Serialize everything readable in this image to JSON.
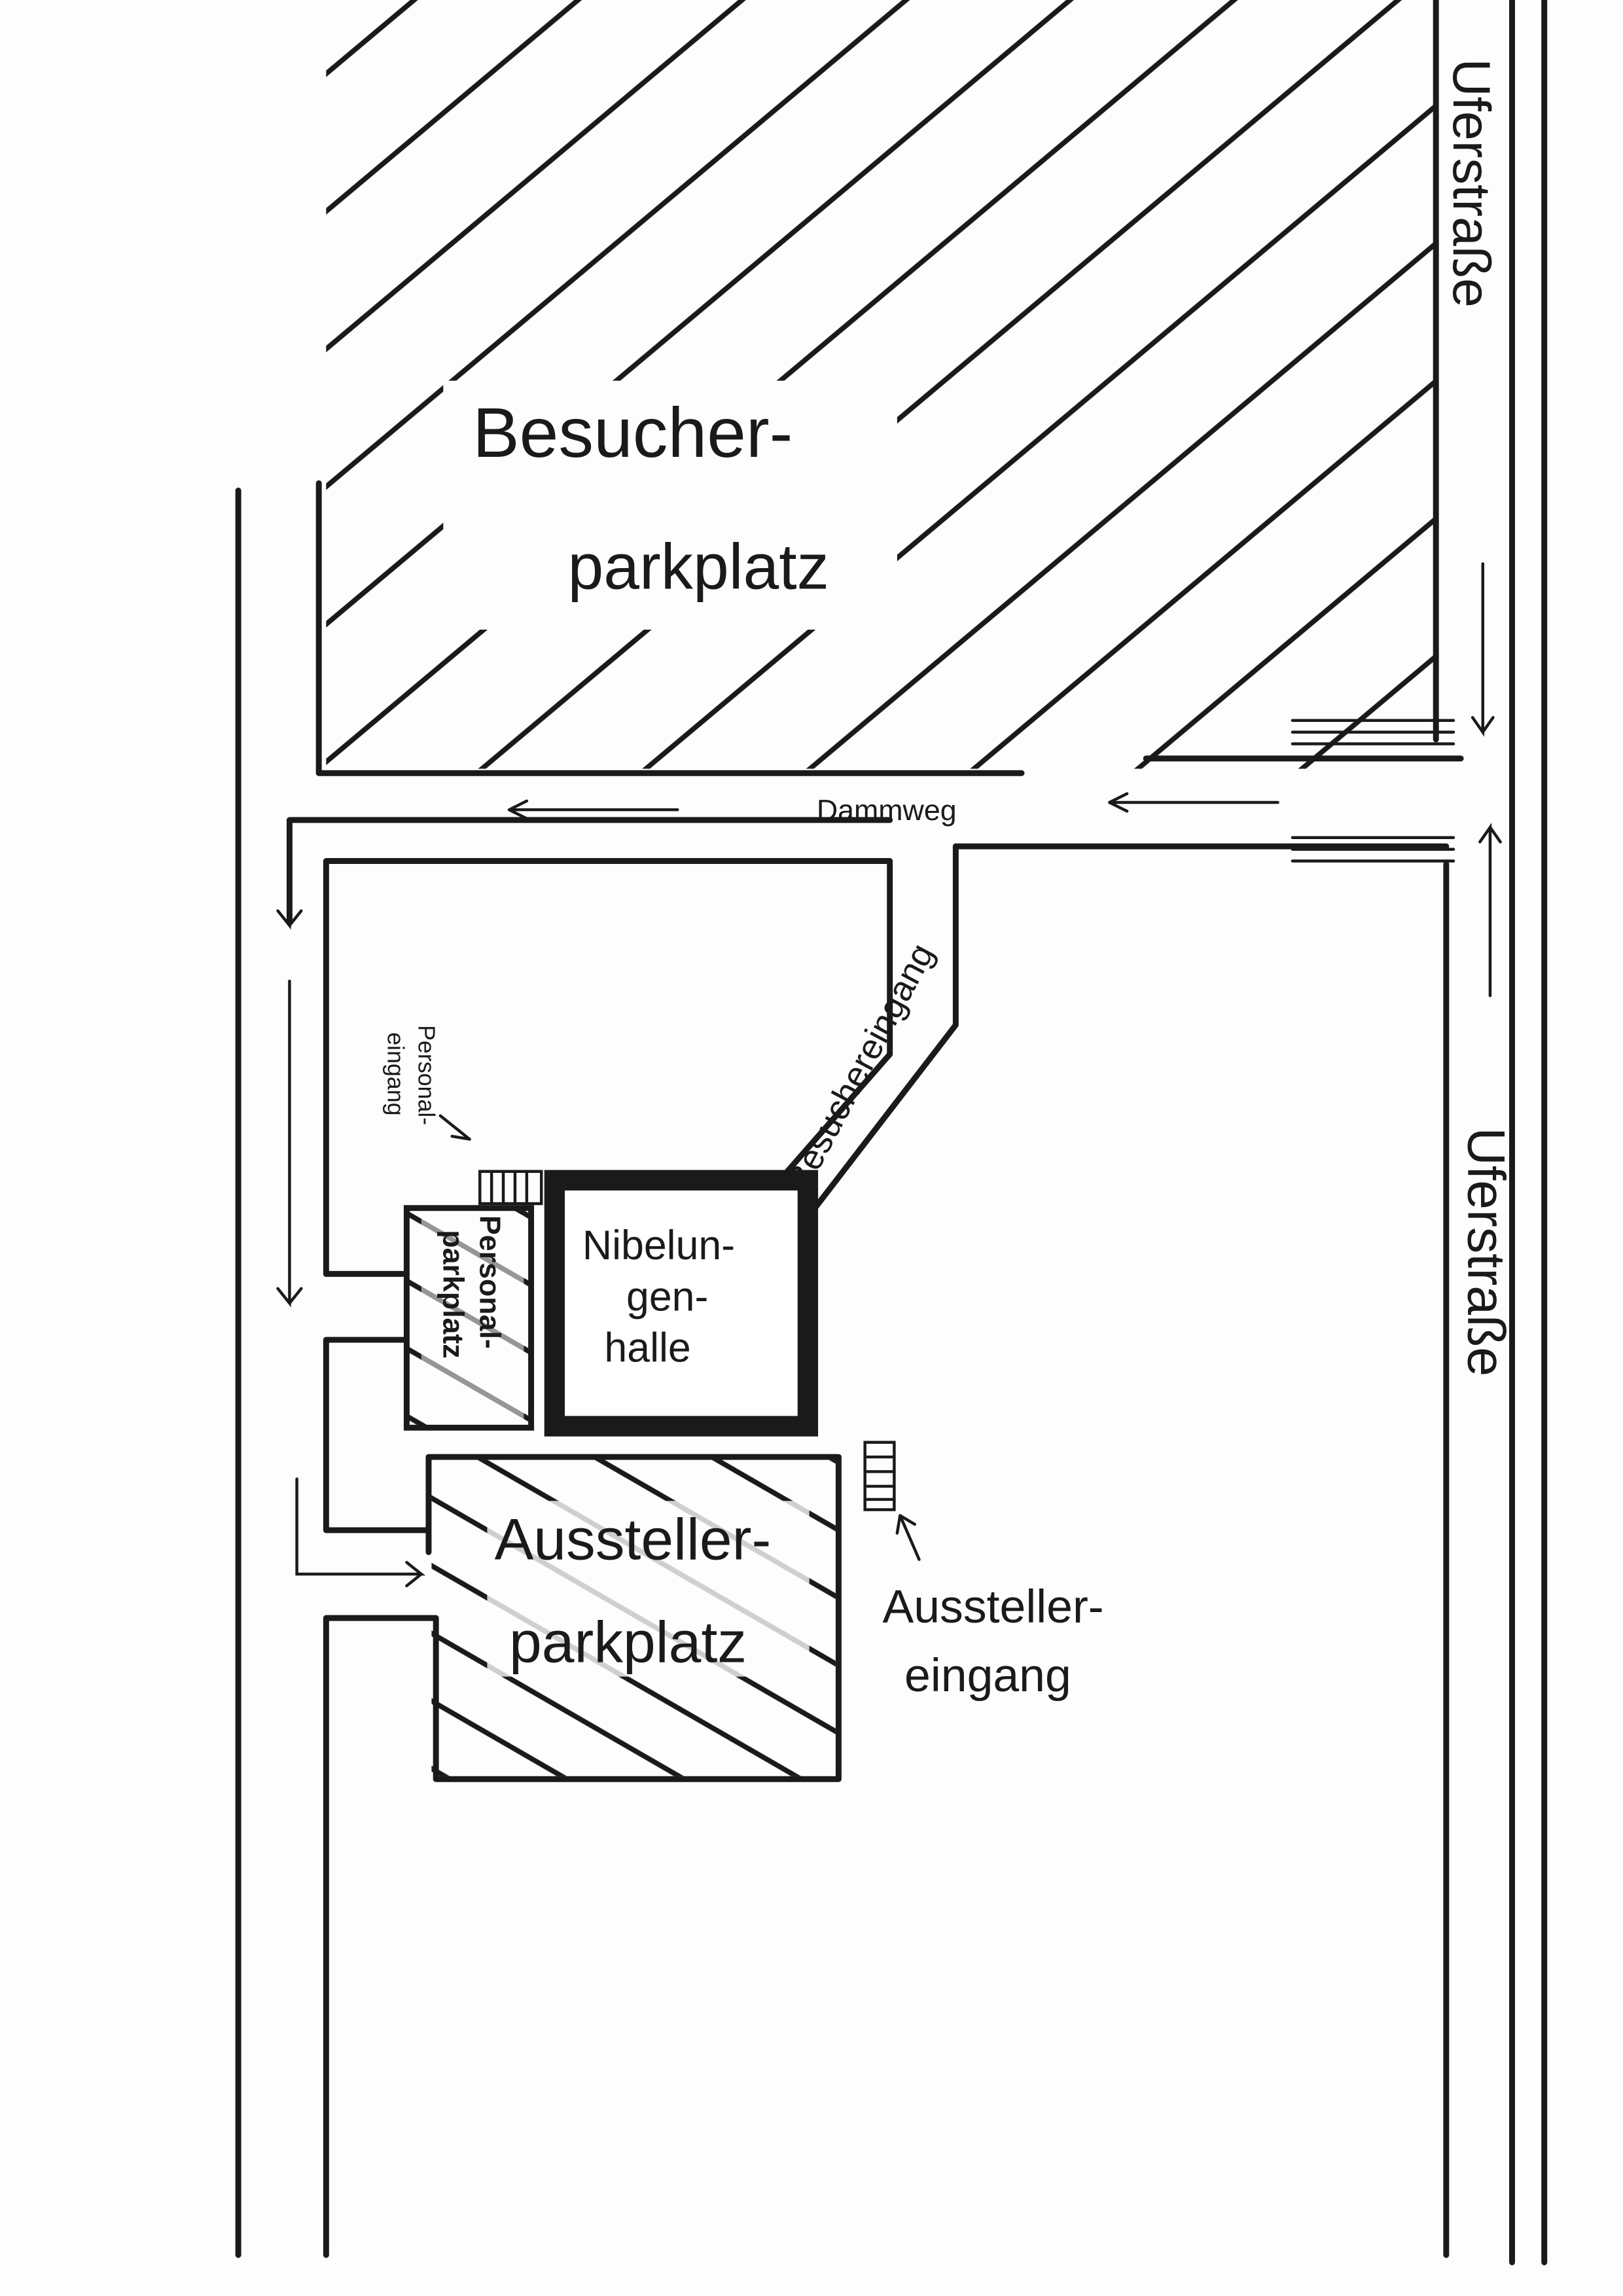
{
  "map": {
    "streets": {
      "right_road_top": "Uferstraße",
      "right_road_bottom": "Uferstraße",
      "cross_road": "Dammweg"
    },
    "areas": {
      "visitor_parking_line1": "Besucher-",
      "visitor_parking_line2": "parkplatz",
      "hall_line1": "Nibelun-",
      "hall_line2": "gen-",
      "hall_line3": "halle",
      "staff_parking_line1": "Personal-",
      "staff_parking_line2": "parkplatz",
      "exhibitor_parking_line1": "Aussteller-",
      "exhibitor_parking_line2": "parkplatz"
    },
    "entrances": {
      "visitor_entrance": "Besuchereingang",
      "staff_entrance_line1": "Personal-",
      "staff_entrance_line2": "eingang",
      "exhibitor_entrance_line1": "Aussteller-",
      "exhibitor_entrance_line2": "eingang"
    },
    "colors": {
      "ink": "#1a1a1a",
      "paper": "#fdfdfd"
    }
  }
}
